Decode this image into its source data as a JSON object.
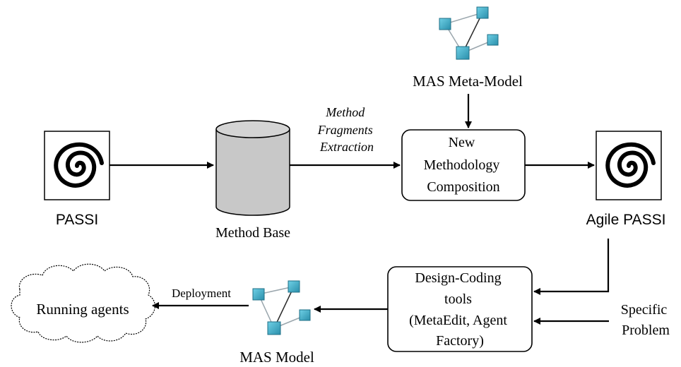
{
  "nodes": {
    "passi": {
      "label": "PASSI"
    },
    "method_base": {
      "label": "Method Base"
    },
    "mas_meta_model": {
      "label": "MAS Meta-Model"
    },
    "composition": {
      "lines": [
        "New",
        "Methodology",
        "Composition"
      ]
    },
    "agile_passi": {
      "label": "Agile PASSI"
    },
    "design_tools": {
      "lines": [
        "Design-Coding",
        "tools",
        "(MetaEdit, Agent",
        "Factory)"
      ]
    },
    "specific_problem": {
      "lines": [
        "Specific",
        "Problem"
      ]
    },
    "mas_model": {
      "label": "MAS Model"
    },
    "running_agents": {
      "label": "Running agents"
    }
  },
  "edges": {
    "extraction": {
      "lines": [
        "Method",
        "Fragments",
        "Extraction"
      ]
    },
    "deployment": {
      "label": "Deployment"
    }
  },
  "colors": {
    "database_fill": "#c8c8c8",
    "network_node": "#3ea9c6",
    "network_node_dark": "#1f6f86",
    "network_link": "#9aa6ad"
  }
}
